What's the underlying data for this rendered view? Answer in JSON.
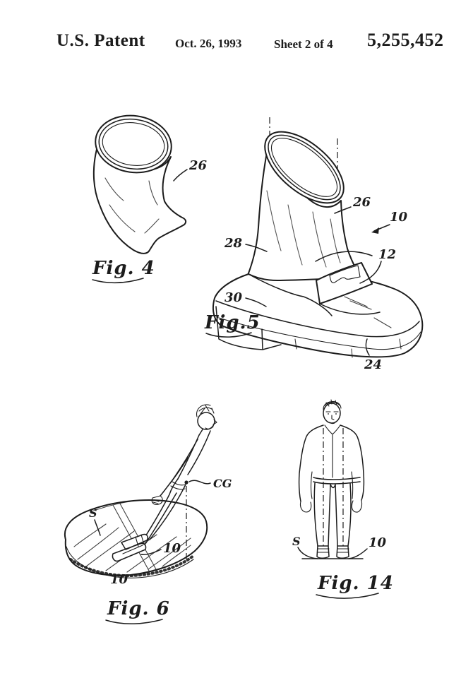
{
  "header": {
    "title": "U.S. Patent",
    "date": "Oct. 26, 1993",
    "sheet": "Sheet 2 of 4",
    "patent_number": "5,255,452"
  },
  "figures": {
    "fig4": {
      "caption": "Fig. 4",
      "labels": {
        "cuff": "26"
      }
    },
    "fig5": {
      "caption": "Fig.5",
      "labels": {
        "cuff": "26",
        "assembly": "10",
        "upper_rear": "28",
        "strap": "12",
        "heel": "30",
        "sole": "24"
      }
    },
    "fig6": {
      "caption": "Fig. 6",
      "labels": {
        "stage": "S",
        "center_of_gravity": "CG",
        "shoe_near": "10",
        "shoe_far": "10"
      }
    },
    "fig14": {
      "caption": "Fig. 14",
      "labels": {
        "stage": "S",
        "shoes": "10"
      }
    }
  },
  "colors": {
    "ink": "#1c1c1c",
    "paper": "#ffffff"
  }
}
